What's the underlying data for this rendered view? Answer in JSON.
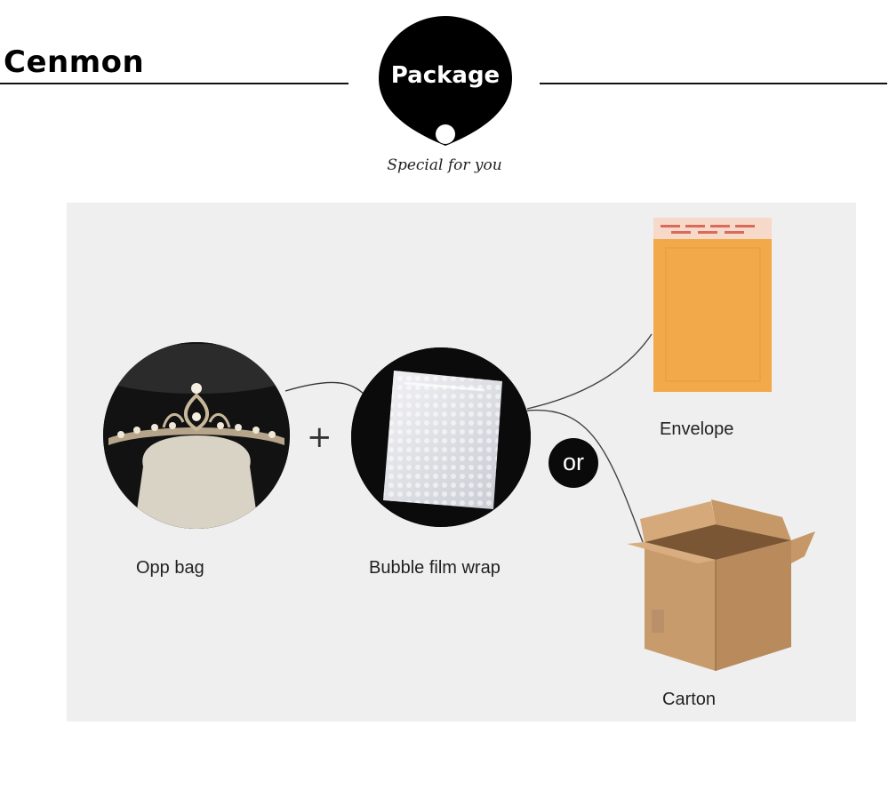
{
  "header": {
    "brand": "Cenmon",
    "badge_title": "Package",
    "tagline": "Special for you"
  },
  "flow": {
    "opp_bag_label": "Opp bag",
    "plus_symbol": "+",
    "bubble_label": "Bubble film wrap",
    "or_label": "or",
    "envelope_label": "Envelope",
    "carton_label": "Carton"
  },
  "colors": {
    "panel_background": "#efefef",
    "badge": "#000000",
    "envelope": "#f2a94a",
    "carton": "#c89b6d"
  }
}
